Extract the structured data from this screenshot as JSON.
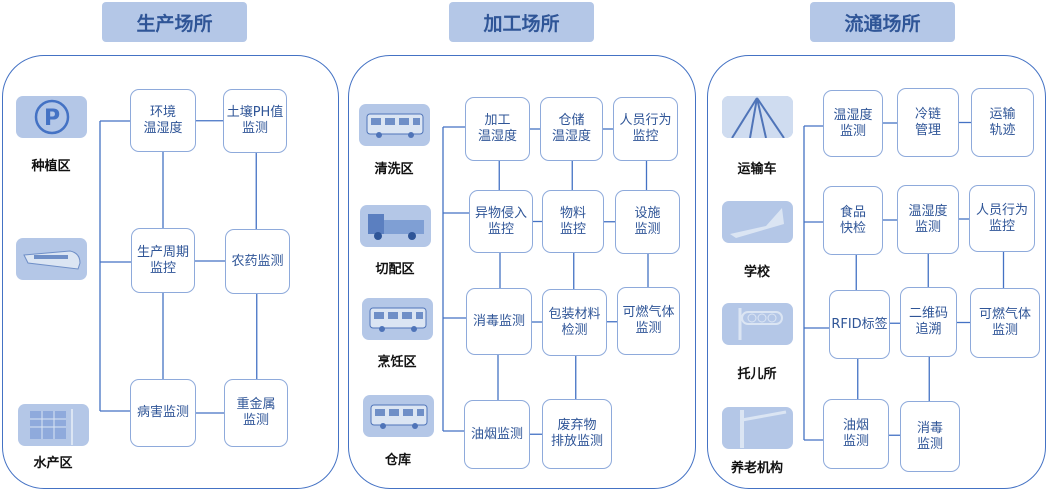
{
  "panels": [
    {
      "title": "生产场所",
      "zones": [
        {
          "label": "种植区",
          "icon": "parking-sign-icon"
        },
        {
          "label": "",
          "icon": "train-icon"
        },
        {
          "label": "水产区",
          "icon": "building-icon"
        }
      ],
      "boxes": [
        "环境\n温湿度",
        "土壤PH值\n监测",
        "生产周期\n监控",
        "农药监测",
        "病害监测",
        "重金属\n监测"
      ]
    },
    {
      "title": "加工场所",
      "zones": [
        {
          "label": "清洗区",
          "icon": "bus-icon"
        },
        {
          "label": "切配区",
          "icon": "truck-icon"
        },
        {
          "label": "烹饪区",
          "icon": "bus-icon"
        },
        {
          "label": "仓库",
          "icon": "bus-icon"
        }
      ],
      "boxes": [
        "加工\n温湿度",
        "仓储\n温湿度",
        "人员行为\n监控",
        "异物侵入\n监控",
        "物料\n监控",
        "设施\n监测",
        "消毒监测",
        "包装材料\n检测",
        "可燃气体\n监测",
        "油烟监测",
        "废弃物\n排放监测"
      ]
    },
    {
      "title": "流通场所",
      "zones": [
        {
          "label": "运输车",
          "icon": "highway-icon"
        },
        {
          "label": "学校",
          "icon": "airplane-icon"
        },
        {
          "label": "托儿所",
          "icon": "traffic-light-icon"
        },
        {
          "label": "养老机构",
          "icon": "street-lamp-icon"
        }
      ],
      "boxes": [
        "温湿度\n监测",
        "冷链\n管理",
        "运输\n轨迹",
        "食品\n快检",
        "温湿度\n监测",
        "人员行为\n监控",
        "RFID标签",
        "二维码\n追溯",
        "可燃气体\n监测",
        "油烟\n监测",
        "消毒\n监测"
      ]
    }
  ]
}
